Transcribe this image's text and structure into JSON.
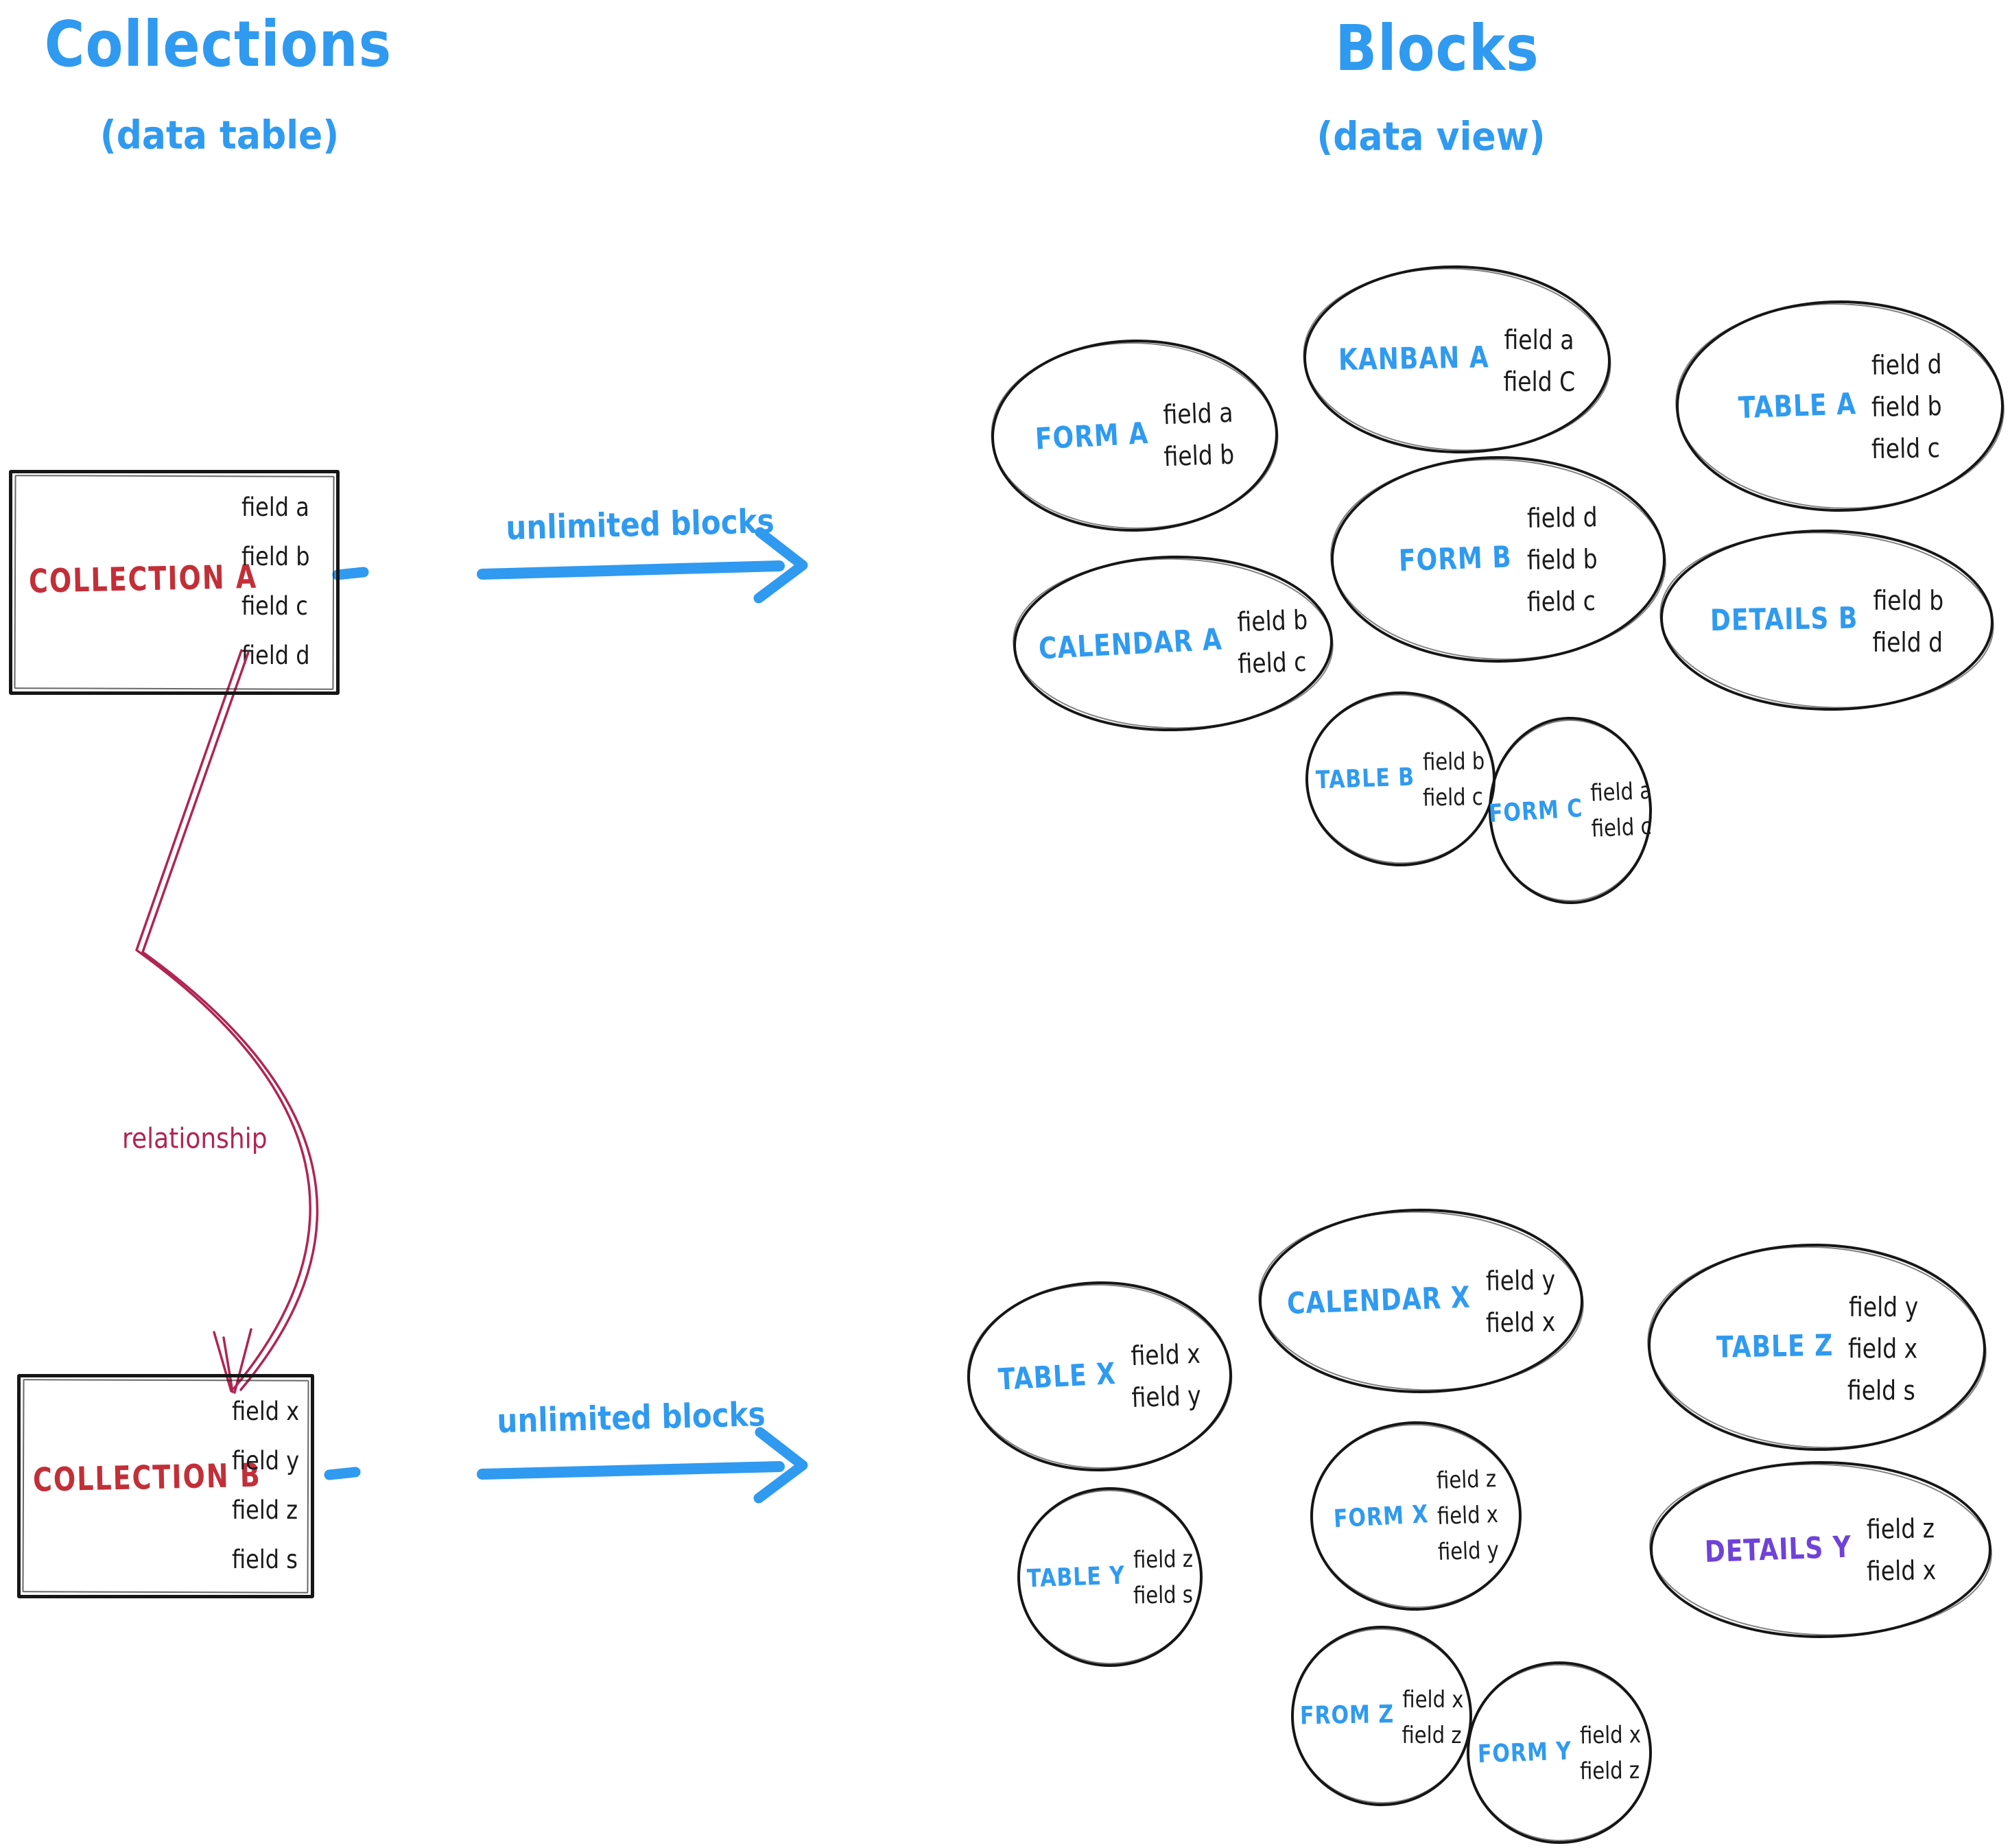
{
  "colors": {
    "accent_blue": "#2f9af0",
    "collection_red": "#c22f38",
    "relationship_pink": "#b02552",
    "details_purple": "#6f42d8",
    "ink": "#1a1a1a"
  },
  "left_column": {
    "title": "Collections",
    "subtitle": "(data table)",
    "relationship_label": "relationship",
    "collections": [
      {
        "name": "COLLECTION A",
        "fields": [
          "field a",
          "field b",
          "field c",
          "field d"
        ]
      },
      {
        "name": "COLLECTION B",
        "fields": [
          "field x",
          "field y",
          "field z",
          "field s"
        ]
      }
    ]
  },
  "right_column": {
    "title": "Blocks",
    "subtitle": "(data view)"
  },
  "arrows": {
    "top": {
      "label": "unlimited blocks"
    },
    "bottom": {
      "label": "unlimited blocks"
    }
  },
  "blocks_a": [
    {
      "name": "FORM A",
      "fields": [
        "field a",
        "field b"
      ]
    },
    {
      "name": "KANBAN A",
      "fields": [
        "field a",
        "field C"
      ]
    },
    {
      "name": "TABLE A",
      "fields": [
        "field d",
        "field b",
        "field c"
      ]
    },
    {
      "name": "CALENDAR A",
      "fields": [
        "field b",
        "field c"
      ]
    },
    {
      "name": "FORM B",
      "fields": [
        "field d",
        "field b",
        "field c"
      ]
    },
    {
      "name": "DETAILS B",
      "fields": [
        "field b",
        "field d"
      ]
    },
    {
      "name": "TABLE B",
      "fields": [
        "field b",
        "field c"
      ]
    },
    {
      "name": "FORM C",
      "fields": [
        "field a",
        "field c"
      ]
    }
  ],
  "blocks_b": [
    {
      "name": "TABLE X",
      "fields": [
        "field x",
        "field y"
      ]
    },
    {
      "name": "CALENDAR X",
      "fields": [
        "field y",
        "field x"
      ]
    },
    {
      "name": "TABLE Z",
      "fields": [
        "field y",
        "field x",
        "field s"
      ]
    },
    {
      "name": "TABLE Y",
      "fields": [
        "field z",
        "field s"
      ]
    },
    {
      "name": "FORM X",
      "fields": [
        "field z",
        "field x",
        "field y"
      ]
    },
    {
      "name": "DETAILS Y",
      "fields": [
        "field z",
        "field x"
      ]
    },
    {
      "name": "FROM Z",
      "fields": [
        "field x",
        "field z"
      ]
    },
    {
      "name": "FORM Y",
      "fields": [
        "field x",
        "field z"
      ]
    }
  ]
}
